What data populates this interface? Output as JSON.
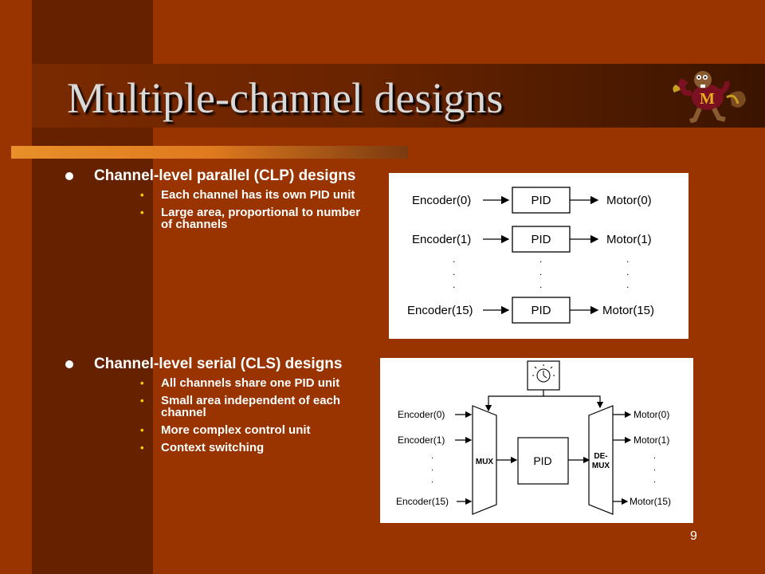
{
  "slide": {
    "title": "Multiple-channel designs",
    "page_number": "9"
  },
  "sections": [
    {
      "heading": "Channel-level parallel (CLP) designs",
      "bullets": [
        "Each channel has its own PID unit",
        "Large area, proportional to number of channels"
      ]
    },
    {
      "heading": "Channel-level serial (CLS) designs",
      "bullets": [
        "All channels share one PID unit",
        "Small area independent of each channel",
        "More complex control unit",
        "Context switching"
      ]
    }
  ],
  "diagram_clp": {
    "encoders": [
      "Encoder(0)",
      "Encoder(1)",
      "Encoder(15)"
    ],
    "pid": "PID",
    "motors": [
      "Motor(0)",
      "Motor(1)",
      "Motor(15)"
    ],
    "ellipsis": "."
  },
  "diagram_cls": {
    "encoders": [
      "Encoder(0)",
      "Encoder(1)",
      "Encoder(15)"
    ],
    "mux": "MUX",
    "pid": "PID",
    "demux_top": "DE-",
    "demux_bottom": "MUX",
    "motors": [
      "Motor(0)",
      "Motor(1)",
      "Motor(15)"
    ],
    "ellipsis": "."
  },
  "colors": {
    "background": "#993300",
    "band": "#662200",
    "title": "#d9d9d9",
    "sub_bullet": "#ffcc00",
    "accent": "#e8902a"
  },
  "icons": [
    "mascot-logo",
    "clock-icon"
  ]
}
